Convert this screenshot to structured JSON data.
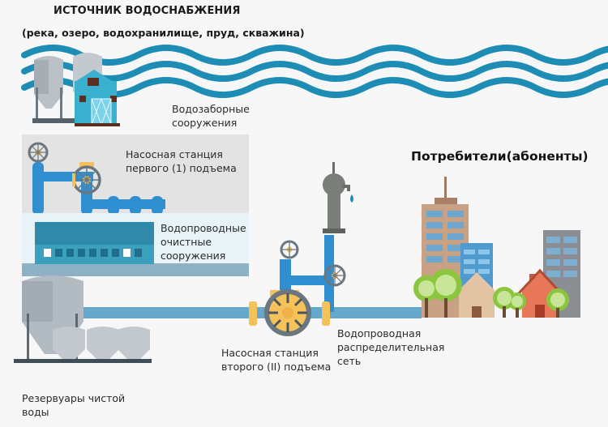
{
  "header": {
    "title": "ИСТОЧНИК ВОДОСНАБЖЕНИЯ",
    "subtitle": "(река, озеро, водохранилище, пруд, скважина)"
  },
  "stages": {
    "intake": {
      "line1": "Водозаборные",
      "line2": "сооружения"
    },
    "pump1": {
      "line1": "Насосная станция",
      "line2": "первого (1) подъема"
    },
    "treatment": {
      "line1": "Водопроводные",
      "line2": "очистные",
      "line3": "сооружения"
    },
    "reservoirs": {
      "line1": "Резервуары чистой",
      "line2": "воды"
    },
    "pump2": {
      "line1": "Насосная станция",
      "line2": "второго (II) подъема"
    },
    "network": {
      "line1": "Водопроводная",
      "line2": "распределительная",
      "line3": "сеть"
    },
    "consumers": {
      "label": "Потребители(абоненты)"
    }
  },
  "colors": {
    "water": "#1e8db5",
    "pipe": "#2f8fd0",
    "main_pipe": "#66a8cc",
    "valve_wheel": "#6b7780",
    "valve_hub": "#f5c25a",
    "barn": "#3ab0cf",
    "plant": "#3aa0bd",
    "panel_gray": "#e3e3e3",
    "panel_light": "#e8f3f8"
  }
}
